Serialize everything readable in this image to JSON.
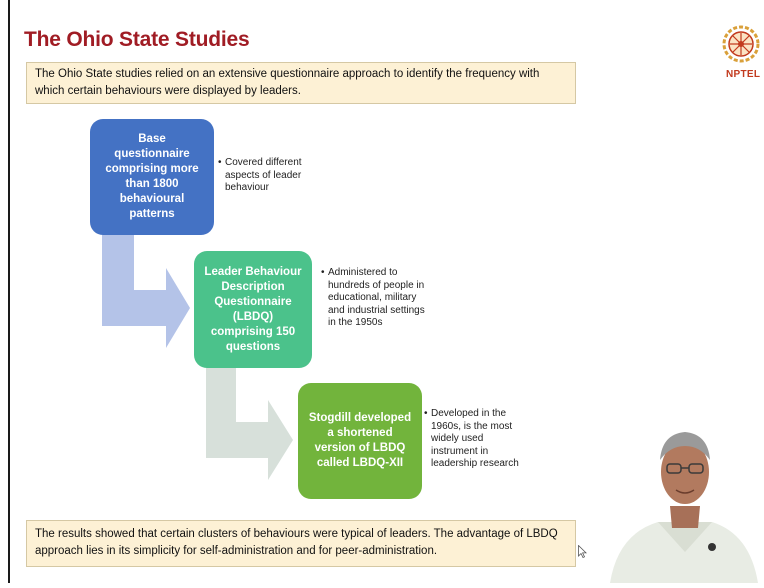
{
  "slide": {
    "title": "The Ohio State Studies",
    "intro": "The Ohio State studies relied on an extensive questionnaire approach to identify the frequency with which certain behaviours were displayed by leaders.",
    "steps": [
      {
        "label": "Base questionnaire comprising more than 1800 behavioural patterns",
        "note": "Covered different aspects of leader behaviour",
        "color": "#4472c4"
      },
      {
        "label": "Leader Behaviour Description Questionnaire (LBDQ) comprising 150 questions",
        "note": "Administered to hundreds of people in educational, military and industrial settings in the 1950s",
        "color": "#4bc28b"
      },
      {
        "label": "Stogdill developed a shortened version of LBDQ called LBDQ-XII",
        "note": "Developed in the 1960s, is the most widely used instrument in leadership research",
        "color": "#72b43c"
      }
    ],
    "results": "The results showed that certain clusters of behaviours were typical of leaders. The advantage of LBDQ approach lies in its simplicity for self-administration and for peer-administration."
  },
  "branding": {
    "logo_text": "NPTEL",
    "icon": "nptel-logo-icon"
  },
  "colors": {
    "title": "#a01c24",
    "note_background": "#fdf1d5",
    "arrow_1": "#b4c3e8",
    "arrow_2": "#d7e0da"
  }
}
